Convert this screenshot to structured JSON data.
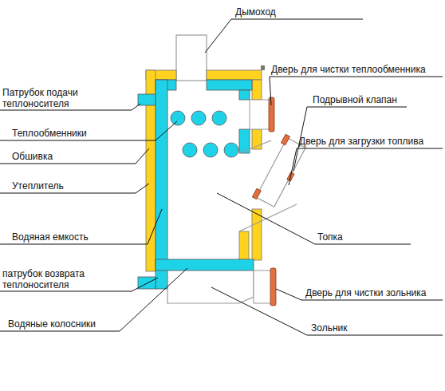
{
  "diagram": {
    "labels": [
      "Дымоход",
      "Дверь для чистки теплообменника",
      "Патрубок подачи теплоносителя",
      "Подрывной клапан",
      "Теплообменники",
      "Дверь для загрузки топлива",
      "Обшивка",
      "Утеплитель",
      "Водяная емкость",
      "Топка",
      "патрубок возврата теплоносителя",
      "Дверь для чистки зольника",
      "Водяные колосники",
      "Зольник"
    ]
  }
}
